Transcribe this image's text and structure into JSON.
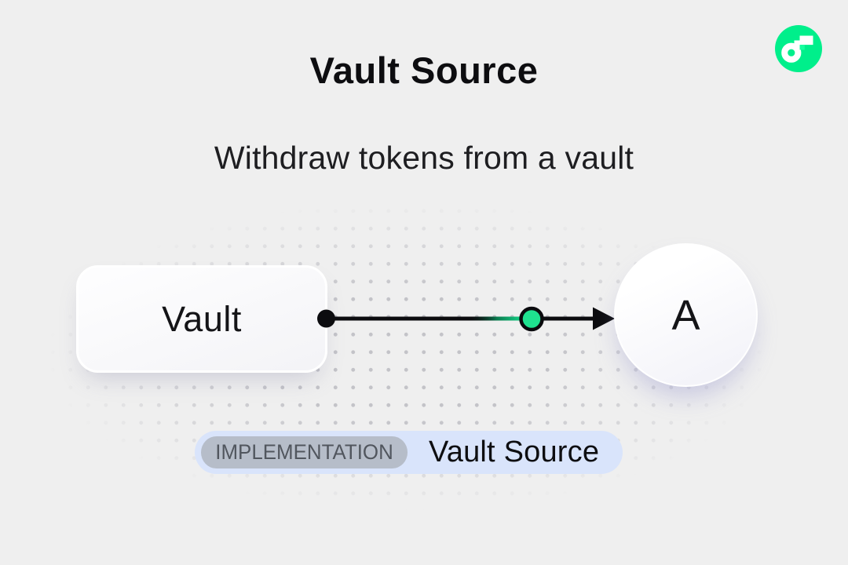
{
  "header": {
    "title": "Vault Source",
    "subtitle": "Withdraw tokens from a vault",
    "logo": {
      "name": "flow-logo",
      "brand_color": "#00ef8b",
      "notch_color": "#17ff9f"
    }
  },
  "diagram": {
    "source_node": {
      "label": "Vault",
      "shape": "rounded-rect"
    },
    "target_node": {
      "label": "A",
      "shape": "circle"
    },
    "edge": {
      "direction": "left-to-right",
      "line_color": "#0c0c0f",
      "token_dot_color": "#1fe290",
      "token_dot_border": "#0b0b0e"
    }
  },
  "badge": {
    "tag": "IMPLEMENTATION",
    "label": "Vault Source",
    "bg": "#d9e4fb",
    "tag_bg": "#b6bdc9",
    "tag_text_color": "#51565e"
  }
}
